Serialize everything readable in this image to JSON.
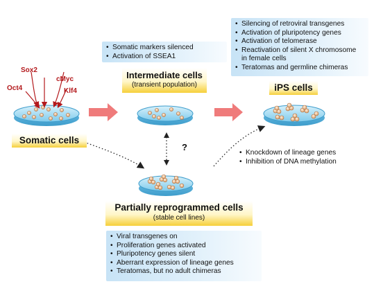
{
  "somatic": {
    "label": "Somatic cells",
    "factors": [
      "Sox2",
      "cMyc",
      "Oct4",
      "Klf4"
    ]
  },
  "intermediate": {
    "label": "Intermediate cells",
    "sublabel": "(transient population)",
    "notes": [
      "Somatic markers silenced",
      "Activation of SSEA1"
    ]
  },
  "ips": {
    "label": "iPS cells",
    "notes": [
      "Silencing of retroviral transgenes",
      "Activation of pluripotency genes",
      "Activation of telomerase",
      "Reactivation of silent X chromosome",
      "in female cells",
      "Teratomas and germline chimeras"
    ]
  },
  "partial": {
    "label": "Partially reprogrammed cells",
    "sublabel": "(stable cell lines)",
    "notes": [
      "Viral transgenes on",
      "Proliferation genes activated",
      "Pluripotency genes silent",
      "Aberrant expression of lineage genes",
      "Teratomas, but no adult chimeras"
    ]
  },
  "transition_notes": [
    "Knockdown of lineage genes",
    "Inhibition of DNA methylation"
  ],
  "question_mark": "?",
  "colors": {
    "arrow": "#ef7b7b",
    "dish": "#8fd3f0",
    "cell": "#e7b98f",
    "factor_arrow": "#b3191c",
    "label_yellow": "#f6cf3a"
  }
}
